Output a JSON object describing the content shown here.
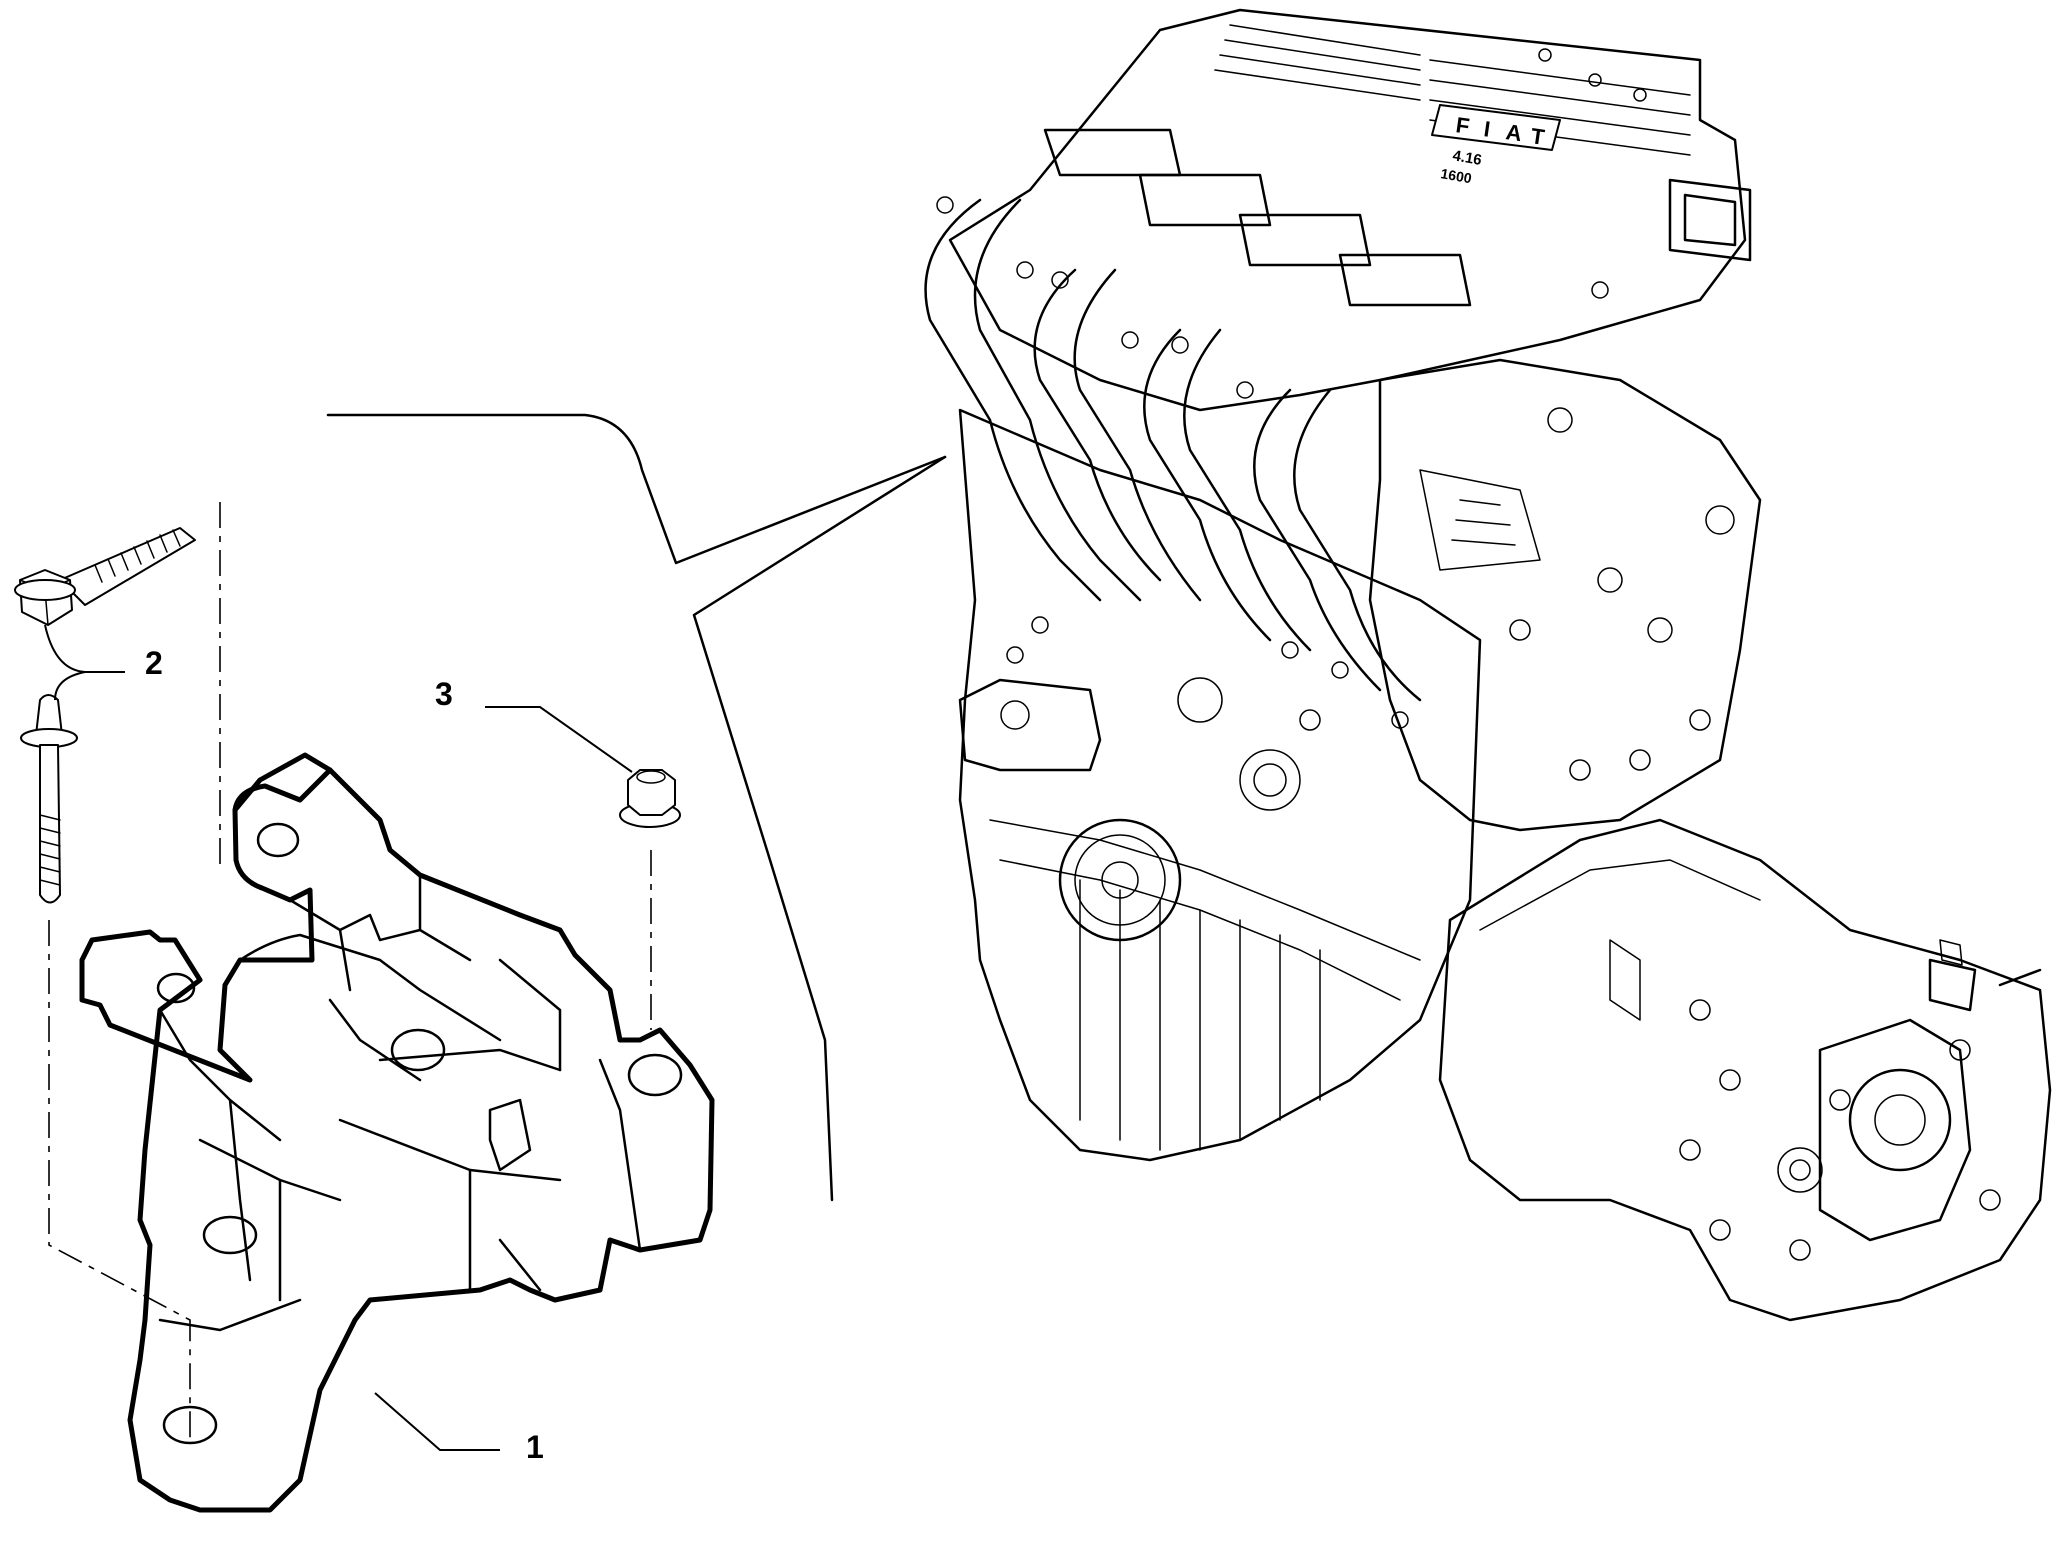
{
  "diagram": {
    "callouts": [
      {
        "id": "1",
        "label": "1"
      },
      {
        "id": "2",
        "label": "2"
      },
      {
        "id": "3",
        "label": "3"
      }
    ],
    "engine_badge": {
      "letters": [
        "F",
        "I",
        "A",
        "T"
      ],
      "line1": "4.16",
      "line2": "1600"
    },
    "colors": {
      "line": "#000000",
      "background": "#ffffff"
    }
  }
}
